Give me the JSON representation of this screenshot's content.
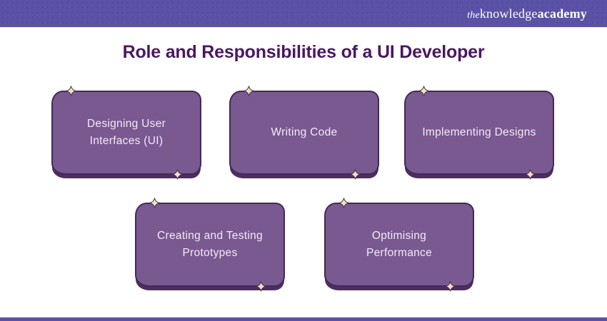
{
  "header": {
    "logo": {
      "the": "the",
      "knowledge": "knowledge",
      "academy": "academy"
    }
  },
  "title": "Role and Responsibilities of a UI Developer",
  "boxes": [
    {
      "label": "Designing User Interfaces (UI)"
    },
    {
      "label": "Writing Code"
    },
    {
      "label": "Implementing Designs"
    },
    {
      "label": "Creating and Testing Prototypes"
    },
    {
      "label": "Optimising Performance"
    }
  ],
  "icons": {
    "sparkle": "four-point-star"
  },
  "colors": {
    "header_bar": "#5b51a6",
    "title": "#4a1861",
    "box_fill": "#7a5890",
    "box_border": "#3f2d55",
    "box_shadow": "#4e2d63",
    "star_fill": "#f5e2b8",
    "star_outline": "#43305e"
  }
}
